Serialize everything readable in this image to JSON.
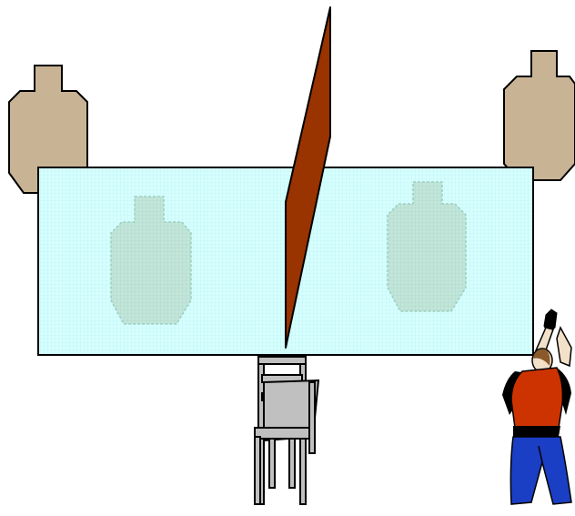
{
  "scene": {
    "colors": {
      "background": "#ffffff",
      "target_fill": "#c8b394",
      "target_stroke": "#000000",
      "glass_fill": "#ccffff",
      "glass_stroke": "#000000",
      "ghost_target_fill": "#bde6dc",
      "wall_fill": "#993300",
      "chair_fill": "#c0c0c0",
      "chair_stroke": "#000000",
      "shooter_shirt": "#cc3300",
      "shooter_pants": "#1a3fc4",
      "shooter_skin": "#f2e0c8",
      "shooter_hair": "#8a5a2b",
      "shooter_dark": "#000000"
    },
    "elements": {
      "left_target": "paper-silhouette-target",
      "right_target": "paper-silhouette-target",
      "glass_panel": "glass-barrier",
      "wall": "wooden-wall-divider",
      "chair": "chair",
      "shooter": "shooter-aiming-pistol"
    }
  }
}
